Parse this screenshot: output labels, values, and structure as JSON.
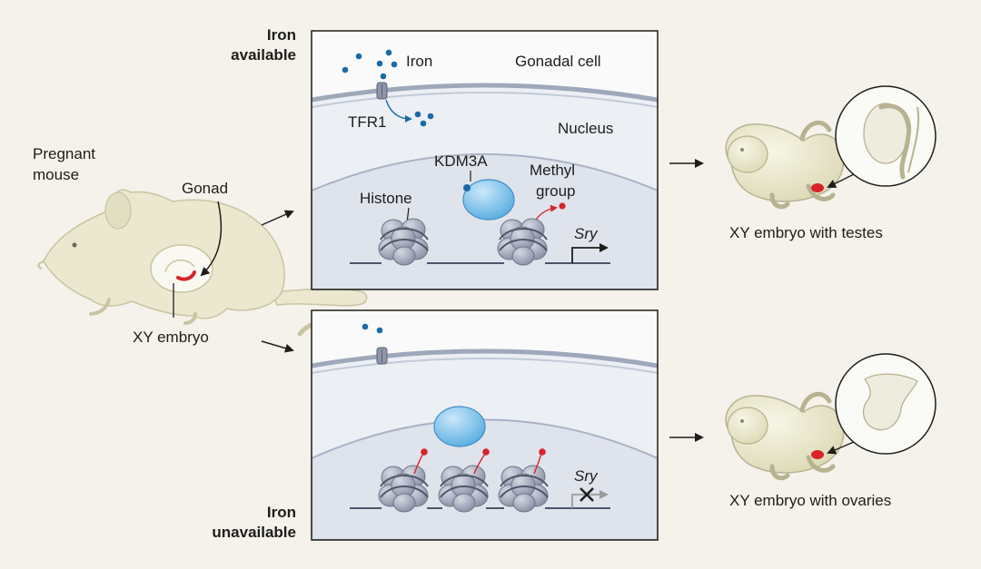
{
  "states": {
    "top": {
      "line1": "Iron",
      "line2": "available"
    },
    "bottom": {
      "line1": "Iron",
      "line2": "unavailable"
    }
  },
  "labels": {
    "pregnant_1": "Pregnant",
    "pregnant_2": "mouse",
    "gonad": "Gonad",
    "xy_embryo": "XY embryo",
    "iron": "Iron",
    "gonadal_cell": "Gonadal cell",
    "tfr1": "TFR1",
    "nucleus": "Nucleus",
    "kdm3a": "KDM3A",
    "methyl_1": "Methyl",
    "methyl_2": "group",
    "histone": "Histone",
    "sry_top": "Sry",
    "sry_bottom": "Sry"
  },
  "outcomes": {
    "testes": "XY embryo with testes",
    "ovaries": "XY embryo with ovaries"
  },
  "colors": {
    "background": "#f4f2ea",
    "iron_dot": "#1a6aa8",
    "methyl": "#d8232a",
    "kdm3a": "#7cc0ea",
    "histone": "#9aa2b4",
    "mouse": "#ebe8cf",
    "nucleus": "#dfe3ec",
    "cytoplasm": "#eceff4"
  },
  "icons": {
    "transporter": "tfr1-channel-icon",
    "blocked": "cross-icon",
    "promoter": "transcription-arrow-icon"
  }
}
